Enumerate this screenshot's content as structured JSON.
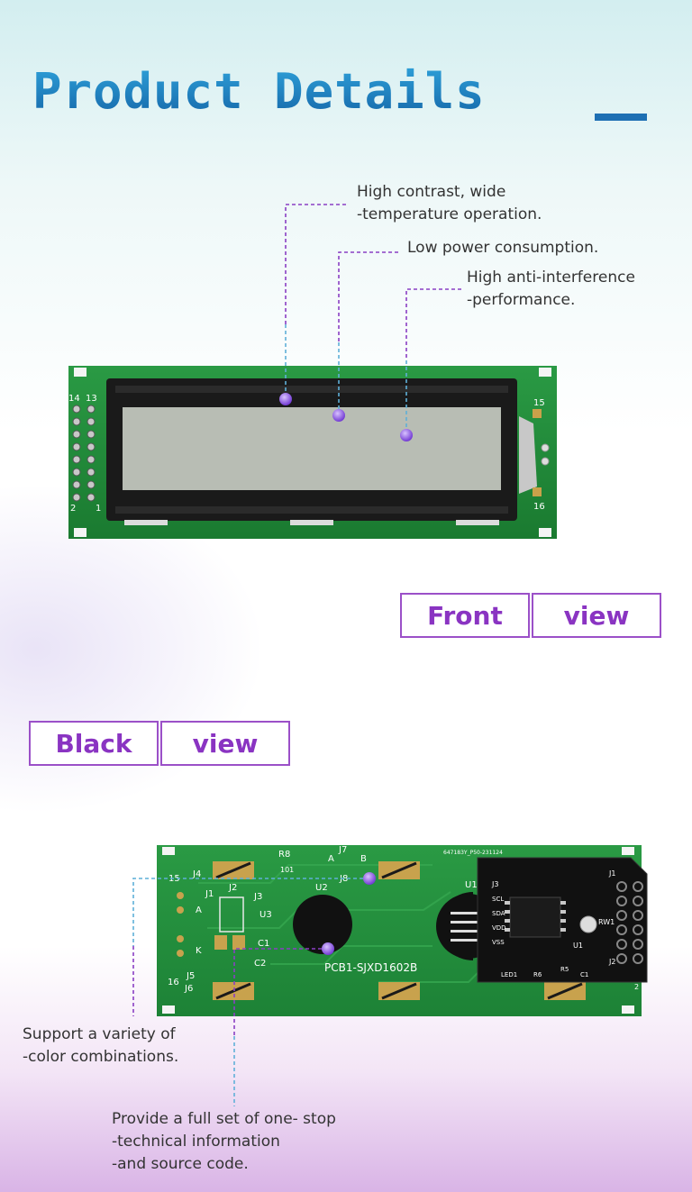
{
  "header": {
    "title": "Product Details"
  },
  "front": {
    "callouts": [
      "High contrast, wide\n-temperature operation.",
      "Low power consumption.",
      "High anti-interference\n-performance."
    ],
    "pins": {
      "p14": "14",
      "p13": "13",
      "p2": "2",
      "p1": "1",
      "p15": "15",
      "p16": "16"
    },
    "label": {
      "left": "Front",
      "right": "view"
    }
  },
  "back": {
    "label": {
      "left": "Black",
      "right": "view"
    },
    "pcb_text": "PCB1-SJXD1602B",
    "serial_text": "647183Y_P50-231124",
    "silk": [
      "R8",
      "101",
      "J7",
      "J8",
      "A",
      "B",
      "15",
      "J4",
      "J1",
      "J2",
      "J3",
      "U3",
      "U2",
      "A",
      "K",
      "C1",
      "C2",
      "J5",
      "J6",
      "16",
      "U1",
      "SCL",
      "SDA",
      "VDD",
      "VSS",
      "J1",
      "J2",
      "J3",
      "LED1",
      "R6",
      "C1",
      "U1",
      "R5",
      "RW1",
      "2"
    ],
    "callouts": [
      "Support a variety of\n-color combinations.",
      "Provide a full set of one- stop\n-technical information\n-and source code."
    ]
  },
  "colors": {
    "title": "#1d6fb3",
    "tag_text": "#8a34c2",
    "pcb": "#1f8f3a",
    "lcd": "#b8bdb4"
  }
}
